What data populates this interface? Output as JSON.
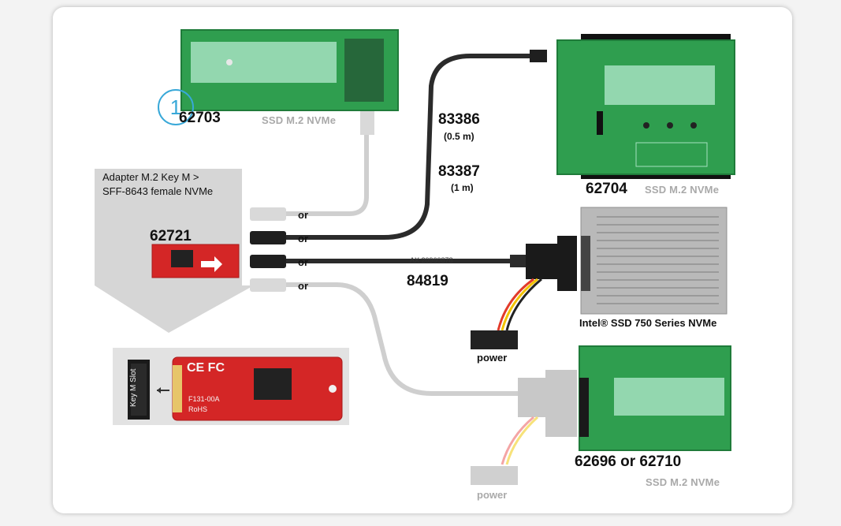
{
  "step": {
    "number": "1"
  },
  "products": {
    "p62703": {
      "code": "62703",
      "ssd_label": "SSD M.2 NVMe"
    },
    "p62704": {
      "code": "62704",
      "ssd_label": "SSD M.2 NVMe"
    },
    "p62721": {
      "code": "62721"
    },
    "intel": {
      "name": "Intel® SSD 750 Series NVMe"
    },
    "p62696": {
      "code": "62696 or 62710",
      "ssd_label": "SSD M.2 NVMe"
    }
  },
  "adapter": {
    "title_line1": "Adapter M.2 Key M >",
    "title_line2": "SFF-8643 female NVMe"
  },
  "cables": {
    "c83386": {
      "code": "83386",
      "length": "(0.5 m)"
    },
    "c83387": {
      "code": "83387",
      "length": "(1 m)"
    },
    "c84819": {
      "code": "84819",
      "cable_print": "AX 20960878"
    }
  },
  "connector_labels": {
    "or1": "or",
    "or2": "or",
    "or3": "or",
    "or4": "or"
  },
  "power": {
    "label1": "power",
    "label2": "power"
  },
  "closeup": {
    "slot_label": "Key M Slot",
    "board_text1": "CE FC",
    "board_text2": "F131-00A",
    "board_text3": "RoHS"
  },
  "colors": {
    "pcb_green": "#2f9e4f",
    "pcb_red": "#d42626",
    "accent_blue": "#38a8d8",
    "cable_dark": "#2b2b2b",
    "cable_light": "#cfcfcf"
  }
}
